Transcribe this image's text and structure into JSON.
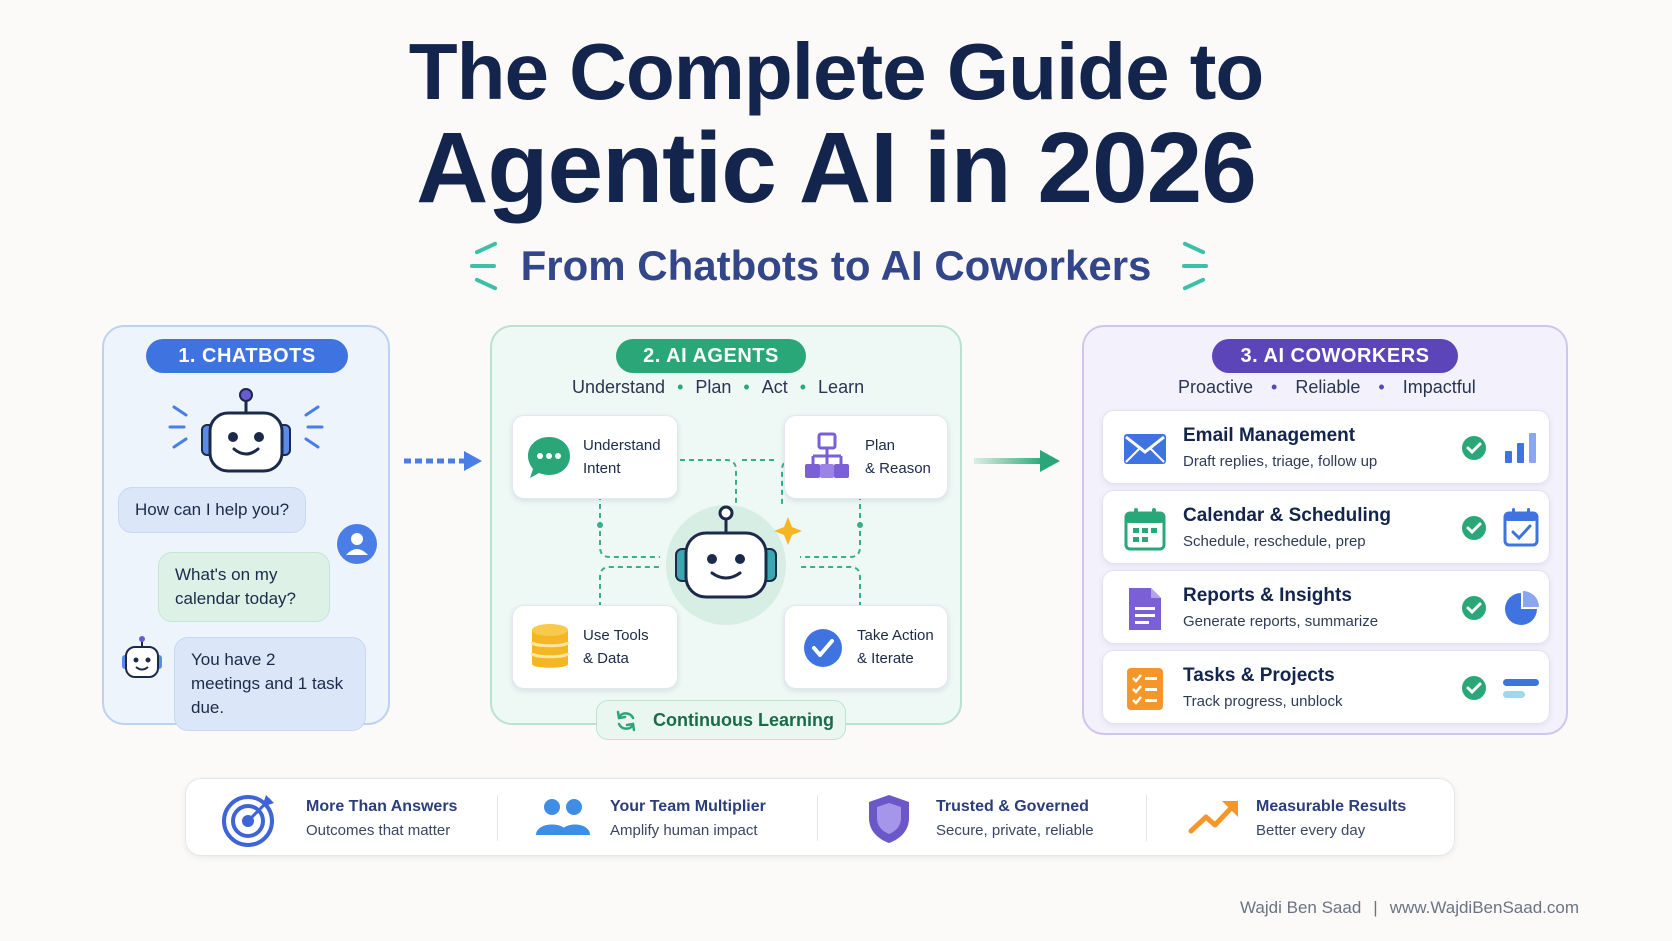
{
  "title": {
    "line1": "The Complete Guide to",
    "line2": "Agentic AI in 2026",
    "subtitle": "From Chatbots to AI Coworkers"
  },
  "colors": {
    "navy": "#13244d",
    "blue": "#3f74e0",
    "green": "#2aa779",
    "purple": "#5b45b8",
    "teal": "#3cc0a8"
  },
  "chatbots": {
    "label": "1. CHATBOTS",
    "bot_message": "How can I help you?",
    "user_message": "What's on my calendar today?",
    "bot_reply": "You have 2 meetings and 1 task due."
  },
  "agents": {
    "label": "2. AI AGENTS",
    "steps": [
      "Understand",
      "Plan",
      "Act",
      "Learn"
    ],
    "cards": [
      {
        "line1": "Understand",
        "line2": "Intent",
        "icon": "chat-icon"
      },
      {
        "line1": "Plan",
        "line2": "& Reason",
        "icon": "flowchart-icon"
      },
      {
        "line1": "Use Tools",
        "line2": "& Data",
        "icon": "database-icon"
      },
      {
        "line1": "Take Action",
        "line2": "& Iterate",
        "icon": "check-icon"
      }
    ],
    "continuous": "Continuous Learning"
  },
  "coworkers": {
    "label": "3. AI COWORKERS",
    "traits": [
      "Proactive",
      "Reliable",
      "Impactful"
    ],
    "rows": [
      {
        "title": "Email Management",
        "subtitle": "Draft replies, triage, follow up",
        "icon": "mail-icon",
        "mini": "bar-chart-icon"
      },
      {
        "title": "Calendar & Scheduling",
        "subtitle": "Schedule, reschedule, prep",
        "icon": "calendar-icon",
        "mini": "calendar-check-icon"
      },
      {
        "title": "Reports & Insights",
        "subtitle": "Generate reports, summarize",
        "icon": "document-icon",
        "mini": "pie-chart-icon"
      },
      {
        "title": "Tasks & Projects",
        "subtitle": "Track progress, unblock",
        "icon": "checklist-icon",
        "mini": "progress-icon"
      }
    ]
  },
  "features": [
    {
      "title": "More Than Answers",
      "subtitle": "Outcomes that matter",
      "icon": "target-icon"
    },
    {
      "title": "Your Team Multiplier",
      "subtitle": "Amplify human impact",
      "icon": "team-icon"
    },
    {
      "title": "Trusted & Governed",
      "subtitle": "Secure, private, reliable",
      "icon": "shield-icon"
    },
    {
      "title": "Measurable Results",
      "subtitle": "Better every day",
      "icon": "trend-up-icon"
    }
  ],
  "footer": {
    "author": "Wajdi Ben Saad",
    "separator": "|",
    "website": "www.WajdiBenSaad.com"
  }
}
